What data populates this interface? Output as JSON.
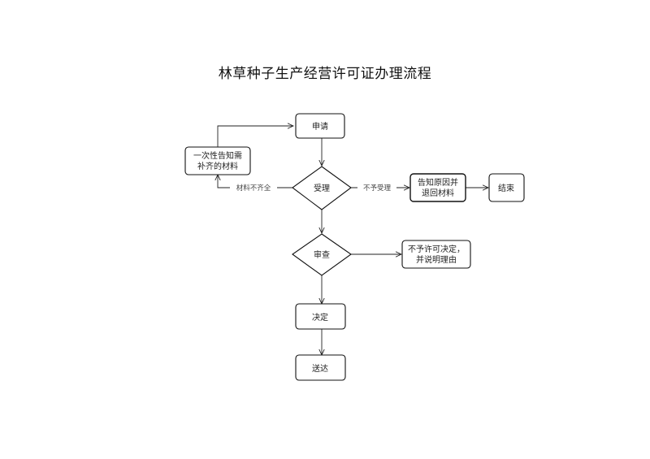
{
  "title": "林草种子生产经营许可证办理流程",
  "nodes": {
    "apply": "申请",
    "supplement": [
      "一次性告知需",
      "补齐的材料"
    ],
    "accept": "受理",
    "notify_return": [
      "告知原因并",
      "退回材料"
    ],
    "end": "结束",
    "review": "审查",
    "deny": [
      "不予许可决定，",
      "并说明理由"
    ],
    "decide": "决定",
    "deliver": "送达"
  },
  "edges": {
    "incomplete": "材料不齐全",
    "not_accepted": "不予受理"
  }
}
